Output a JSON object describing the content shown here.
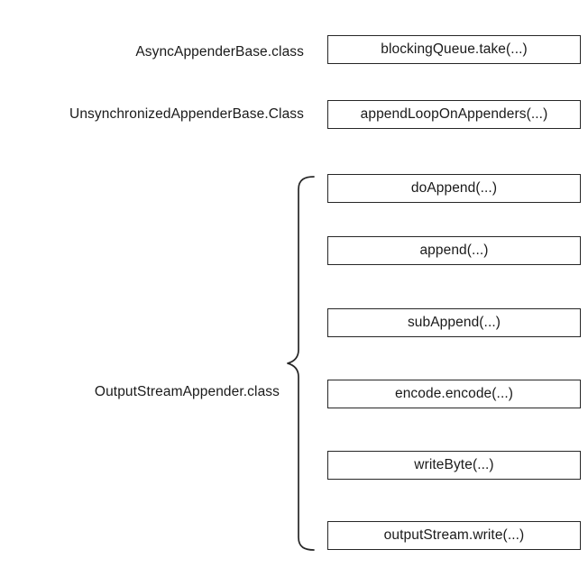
{
  "diagram": {
    "type": "call-stack-flow",
    "title": "",
    "background_color": "#ffffff",
    "line_color": "#262626",
    "text_color": "#1a1a1a",
    "class_labels": [
      {
        "id": "async-appender-base",
        "text": "AsyncAppenderBase.class",
        "aligns_with_box": "blocking-queue-take"
      },
      {
        "id": "unsynchronized-appender-base",
        "text": "UnsynchronizedAppenderBase.Class",
        "aligns_with_box": "append-loop-on-appenders"
      },
      {
        "id": "output-stream-appender",
        "text": "OutputStreamAppender.class",
        "aligns_with_box": "brace-group"
      }
    ],
    "method_boxes": [
      {
        "id": "blocking-queue-take",
        "text": "blockingQueue.take(...)",
        "grouped": false
      },
      {
        "id": "append-loop-on-appenders",
        "text": "appendLoopOnAppenders(...)",
        "grouped": false
      },
      {
        "id": "do-append",
        "text": "doAppend(...)",
        "grouped": true
      },
      {
        "id": "append",
        "text": "append(...)",
        "grouped": true
      },
      {
        "id": "sub-append",
        "text": "subAppend(...)",
        "grouped": true
      },
      {
        "id": "encode-encode",
        "text": "encode.encode(...)",
        "grouped": true
      },
      {
        "id": "write-byte",
        "text": "writeByte(...)",
        "grouped": true
      },
      {
        "id": "output-stream-write",
        "text": "outputStream.write(...)",
        "grouped": true
      }
    ],
    "brace": {
      "id": "output-stream-appender-brace",
      "orientation": "left-pointing",
      "spans_boxes": [
        "do-append",
        "append",
        "sub-append",
        "encode-encode",
        "write-byte",
        "output-stream-write"
      ]
    }
  }
}
